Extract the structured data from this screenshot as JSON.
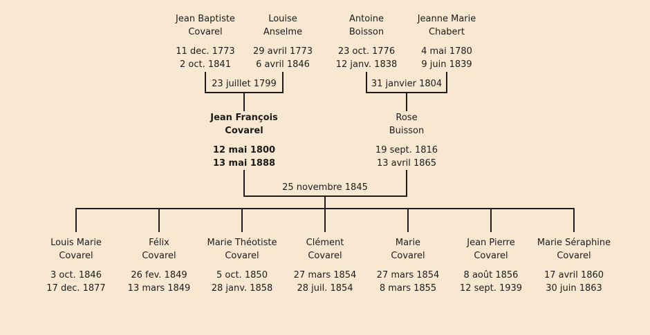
{
  "colors": {
    "background": "#F8E8D1",
    "text": "#1B1B1B",
    "line": "#1B1B1B"
  },
  "tree": {
    "grandparents": [
      {
        "name1": "Jean Baptiste",
        "name2": "Covarel",
        "birth": "11 dec. 1773",
        "death": "2 oct. 1841"
      },
      {
        "name1": "Louise",
        "name2": "Anselme",
        "birth": "29 avril 1773",
        "death": "6 avril 1846"
      },
      {
        "name1": "Antoine",
        "name2": "Boisson",
        "birth": "23 oct. 1776",
        "death": "12 janv. 1838"
      },
      {
        "name1": "Jeanne Marie",
        "name2": "Chabert",
        "birth": "4 mai 1780",
        "death": "9 juin 1839"
      }
    ],
    "marriage_dates": [
      "23 juillet 1799",
      "31 janvier 1804",
      "25 novembre 1845"
    ],
    "parents": [
      {
        "name1": "Jean François",
        "name2": "Covarel",
        "birth": "12 mai 1800",
        "death": "13 mai 1888"
      },
      {
        "name1": "Rose",
        "name2": "Buisson",
        "birth": "19 sept. 1816",
        "death": "13 avril 1865"
      }
    ],
    "children": [
      {
        "name1": "Louis Marie",
        "name2": "Covarel",
        "birth": "3 oct. 1846",
        "death": "17 dec. 1877"
      },
      {
        "name1": "Félix",
        "name2": "Covarel",
        "birth": "26 fev. 1849",
        "death": "13 mars 1849"
      },
      {
        "name1": "Marie Théotiste",
        "name2": "Covarel",
        "birth": "5 oct. 1850",
        "death": "28 janv. 1858"
      },
      {
        "name1": "Clément",
        "name2": "Covarel",
        "birth": "27 mars 1854",
        "death": "28 juil. 1854"
      },
      {
        "name1": "Marie",
        "name2": "Covarel",
        "birth": "27 mars 1854",
        "death": "8 mars 1855"
      },
      {
        "name1": "Jean Pierre",
        "name2": "Covarel",
        "birth": "8 août 1856",
        "death": "12 sept. 1939"
      },
      {
        "name1": "Marie Séraphine",
        "name2": "Covarel",
        "birth": "17 avril 1860",
        "death": "30 juin 1863"
      }
    ]
  }
}
